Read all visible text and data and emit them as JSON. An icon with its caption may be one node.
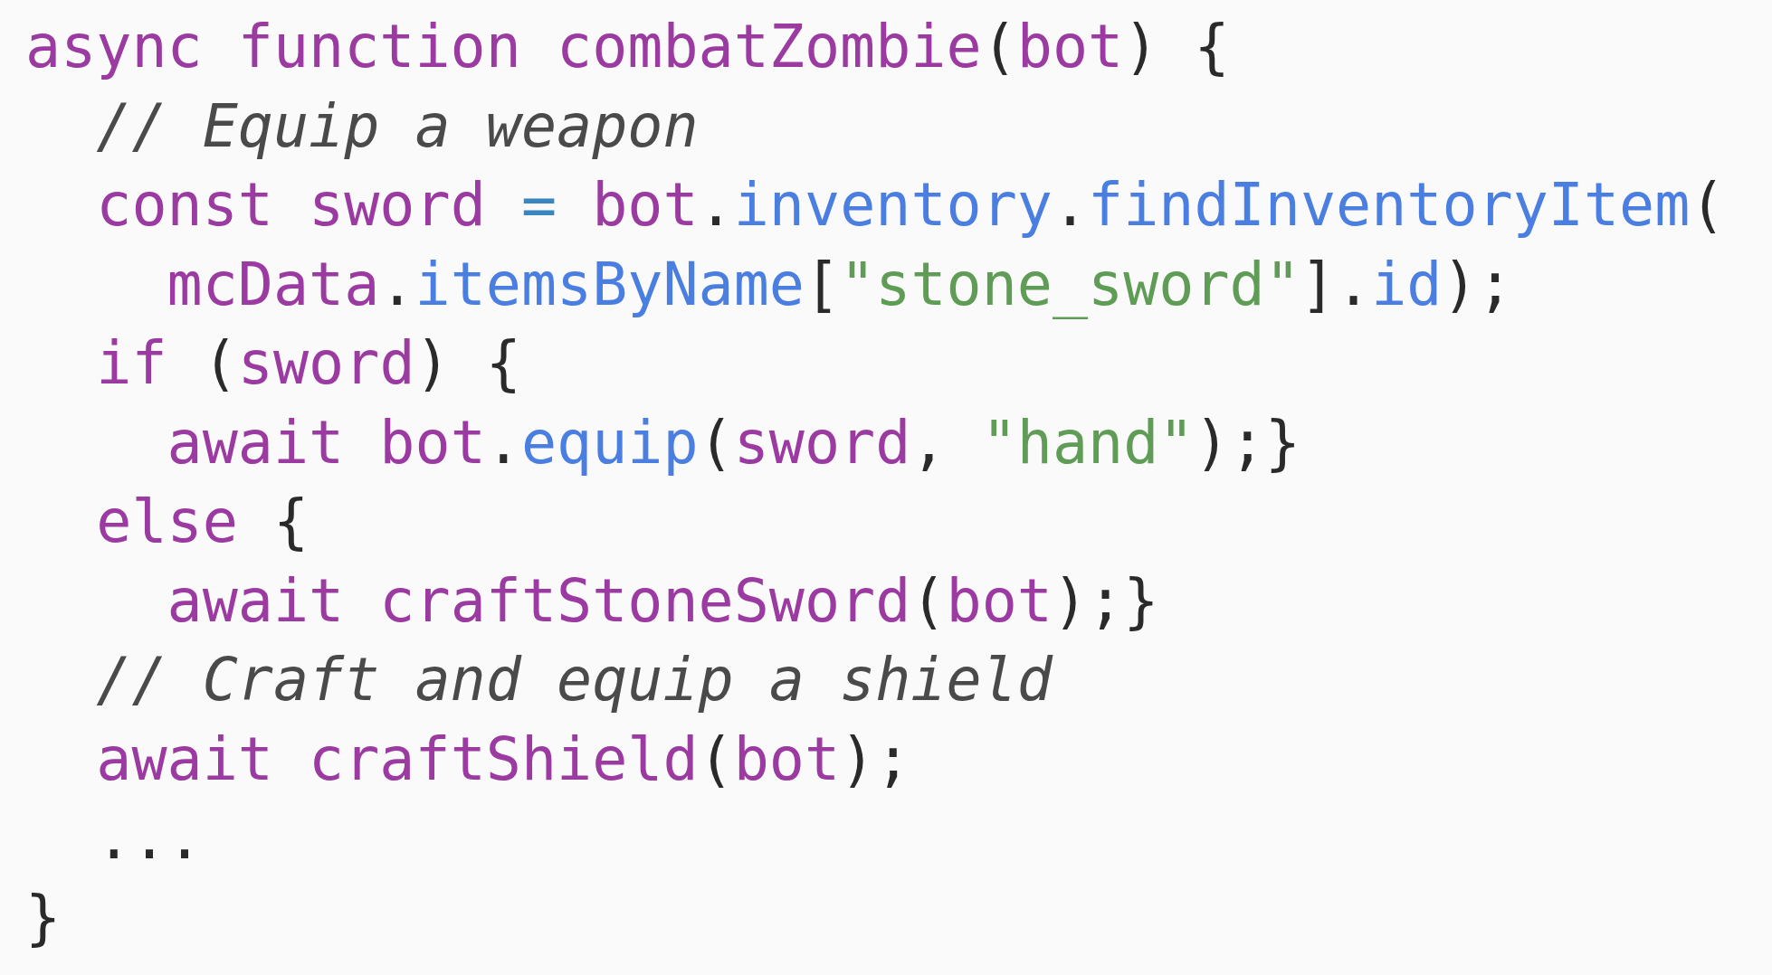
{
  "diagram": {
    "labels": [
      "async function combatZombie(bot) {",
      "  // Equip a weapon",
      "  const sword = bot.inventory.findInventoryItem(",
      "    mcData.itemsByName[\"stone_sword\"].id);",
      "  if (sword) {",
      "    await bot.equip(sword, \"hand\");}",
      "  else {",
      "    await craftStoneSword(bot);}",
      "  // Craft and equip a shield",
      "  await craftShield(bot);",
      "  ...",
      "}"
    ]
  }
}
